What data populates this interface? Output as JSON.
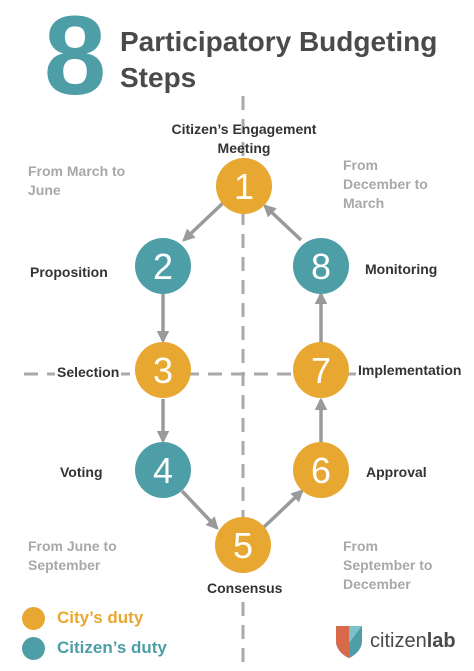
{
  "header": {
    "number": "8",
    "title_line1": "Participatory Budgeting",
    "title_line2": "Steps"
  },
  "colors": {
    "city": "#e8a731",
    "citizen": "#4e9ea7",
    "arrow": "#9a9a9a",
    "title": "#4a4a4a",
    "period_text": "#a8a8a8"
  },
  "steps": [
    {
      "number": "1",
      "label_line1": "Citizen’s Engagement",
      "label_line2": "Meeting",
      "duty": "city"
    },
    {
      "number": "2",
      "label": "Proposition",
      "duty": "citizen"
    },
    {
      "number": "3",
      "label": "Selection",
      "duty": "city"
    },
    {
      "number": "4",
      "label": "Voting",
      "duty": "citizen"
    },
    {
      "number": "5",
      "label": "Consensus",
      "duty": "city"
    },
    {
      "number": "6",
      "label": "Approval",
      "duty": "city"
    },
    {
      "number": "7",
      "label": "Implementation",
      "duty": "city"
    },
    {
      "number": "8",
      "label": "Monitoring",
      "duty": "citizen"
    }
  ],
  "periods": {
    "top_left": {
      "line1": "From March to",
      "line2": "June"
    },
    "top_right": {
      "line1": "From",
      "line2": "December to",
      "line3": "March"
    },
    "bottom_left": {
      "line1": "From June to",
      "line2": "September"
    },
    "bottom_right": {
      "line1": "From",
      "line2": "September to",
      "line3": "December"
    }
  },
  "legend": {
    "city_label": "City’s duty",
    "citizen_label": "Citizen’s duty"
  },
  "brand": {
    "name_part1": "citizen",
    "name_part2": "lab",
    "logo_icon": "shield-logo-icon"
  }
}
